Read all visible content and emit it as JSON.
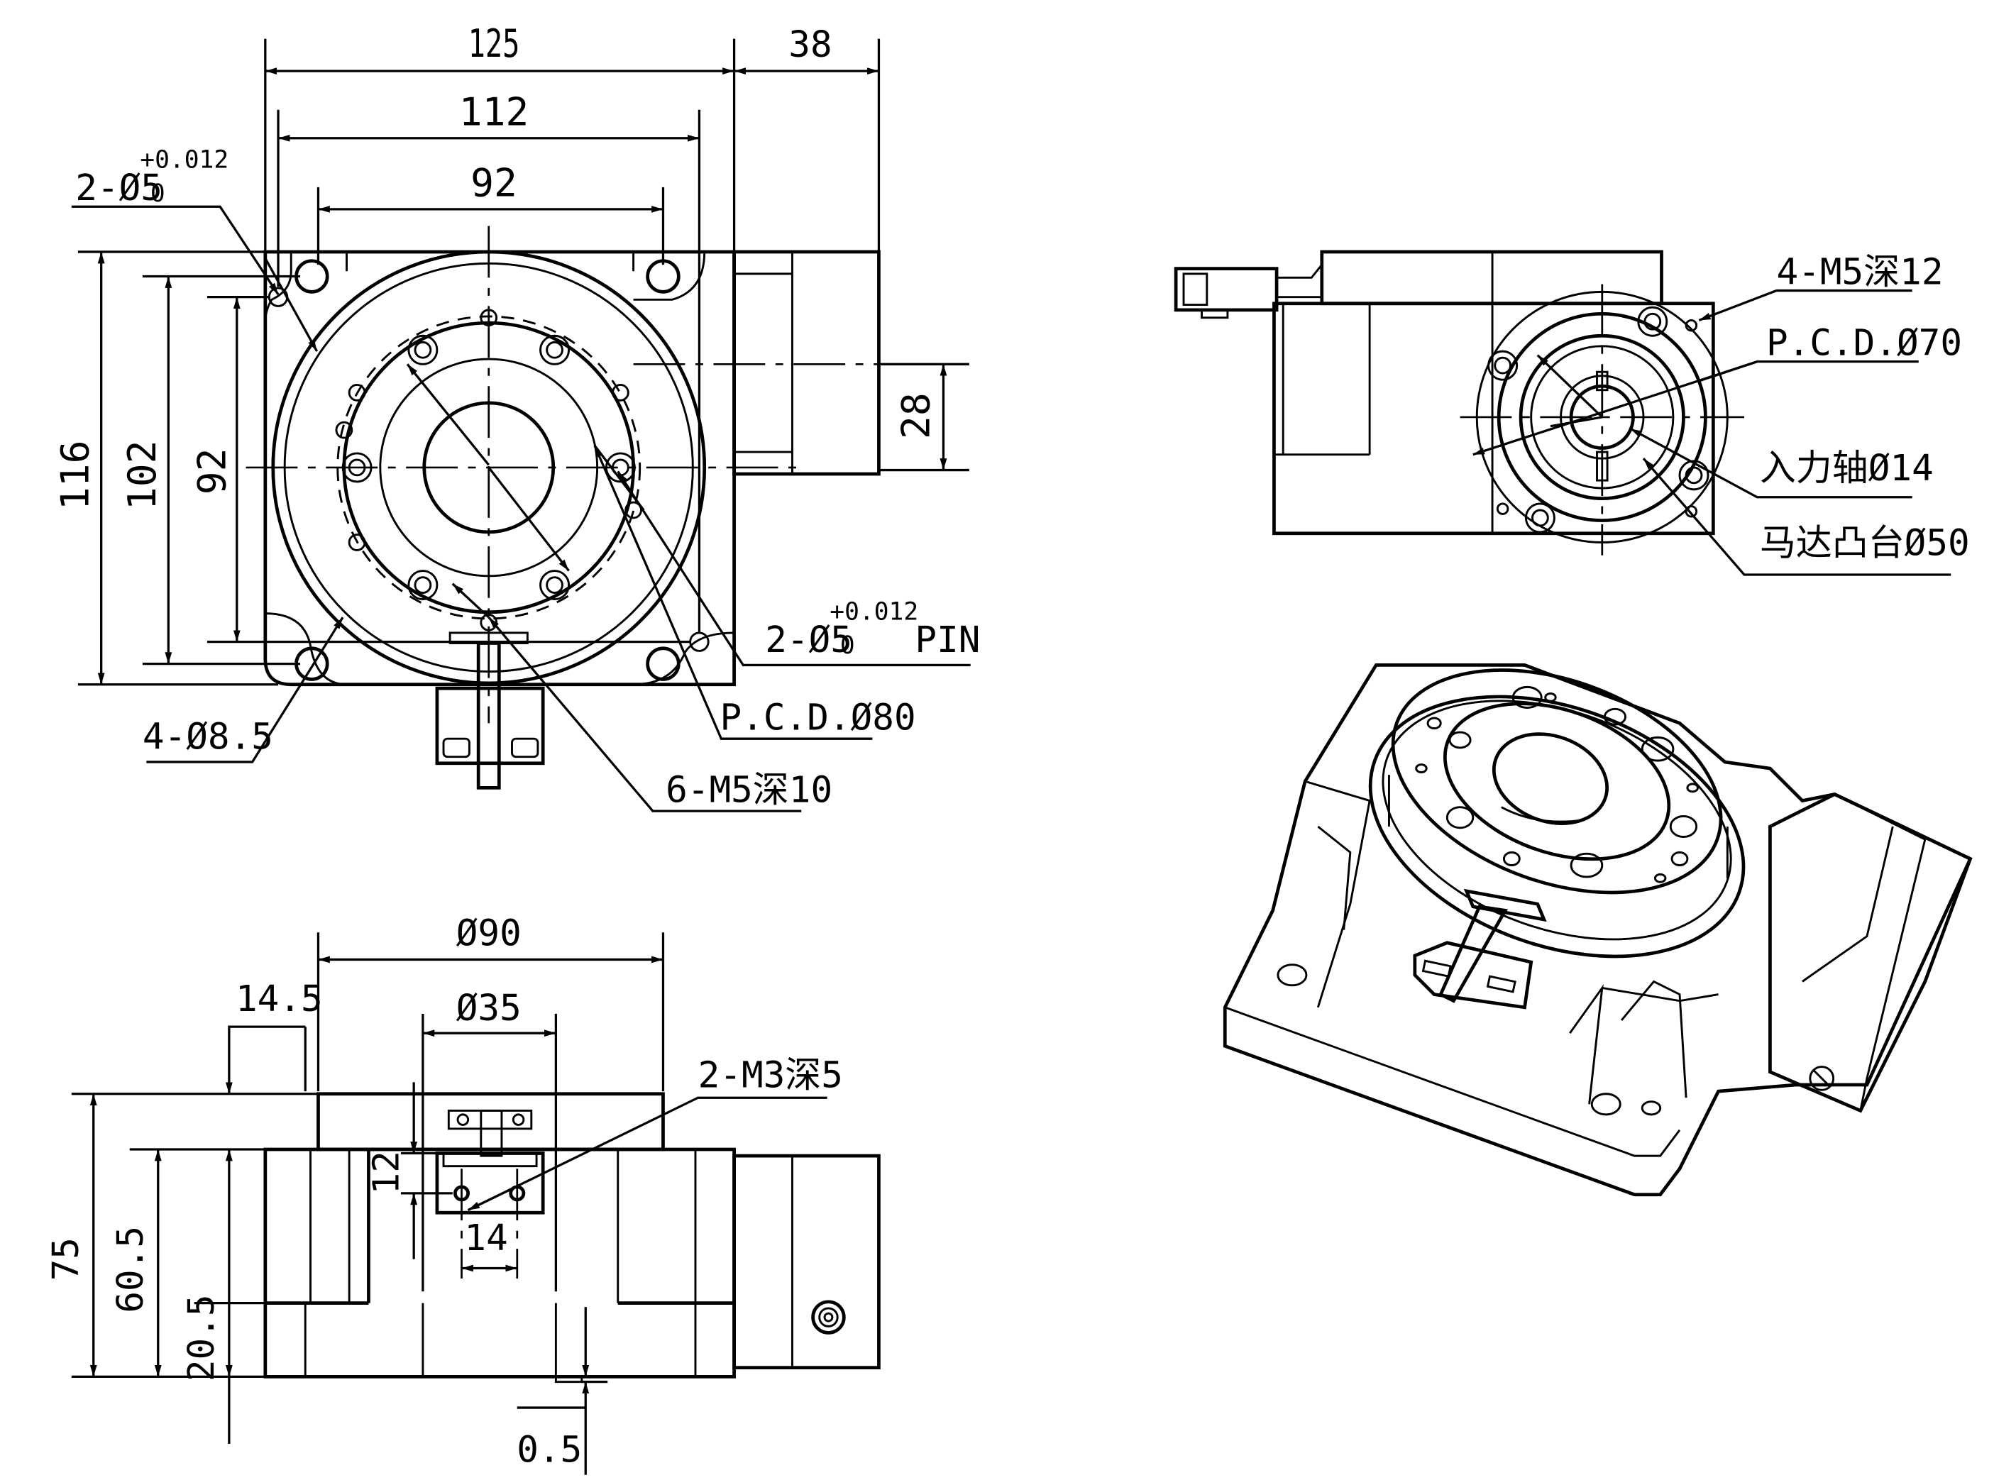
{
  "drawing": {
    "top_view": {
      "dims": {
        "width_overall": "125",
        "motor_length": "38",
        "hole_spacing": "112",
        "pin_spacing": "92",
        "height_overall": "116",
        "height_holes": "102",
        "height_pins": "92",
        "motor_offset": "28"
      },
      "callouts": {
        "pin_holes_top": "2-Ø5",
        "pin_holes_bottom": "2-Ø5",
        "pin_suffix": "PIN",
        "mount_holes": "4-Ø8.5",
        "pcd": "P.C.D.Ø80",
        "threaded_holes": "6-M5深10"
      },
      "tolerance": {
        "upper": "+0.012",
        "lower": "0"
      }
    },
    "side_view": {
      "callouts": {
        "motor_threads": "4-M5深12",
        "motor_pcd": "P.C.D.Ø70",
        "input_shaft": "入力轴Ø14",
        "motor_boss": "马达凸台Ø50"
      }
    },
    "front_view": {
      "dims": {
        "flange_dia": "Ø90",
        "hub_dia": "Ø35",
        "offset_left": "14.5",
        "thread_spacing": "14",
        "sensor_height": "12",
        "height_overall": "75",
        "height_body": "60.5",
        "height_base": "20.5",
        "clearance": "0.5"
      },
      "callouts": {
        "sensor_threads": "2-M3深5"
      }
    }
  }
}
